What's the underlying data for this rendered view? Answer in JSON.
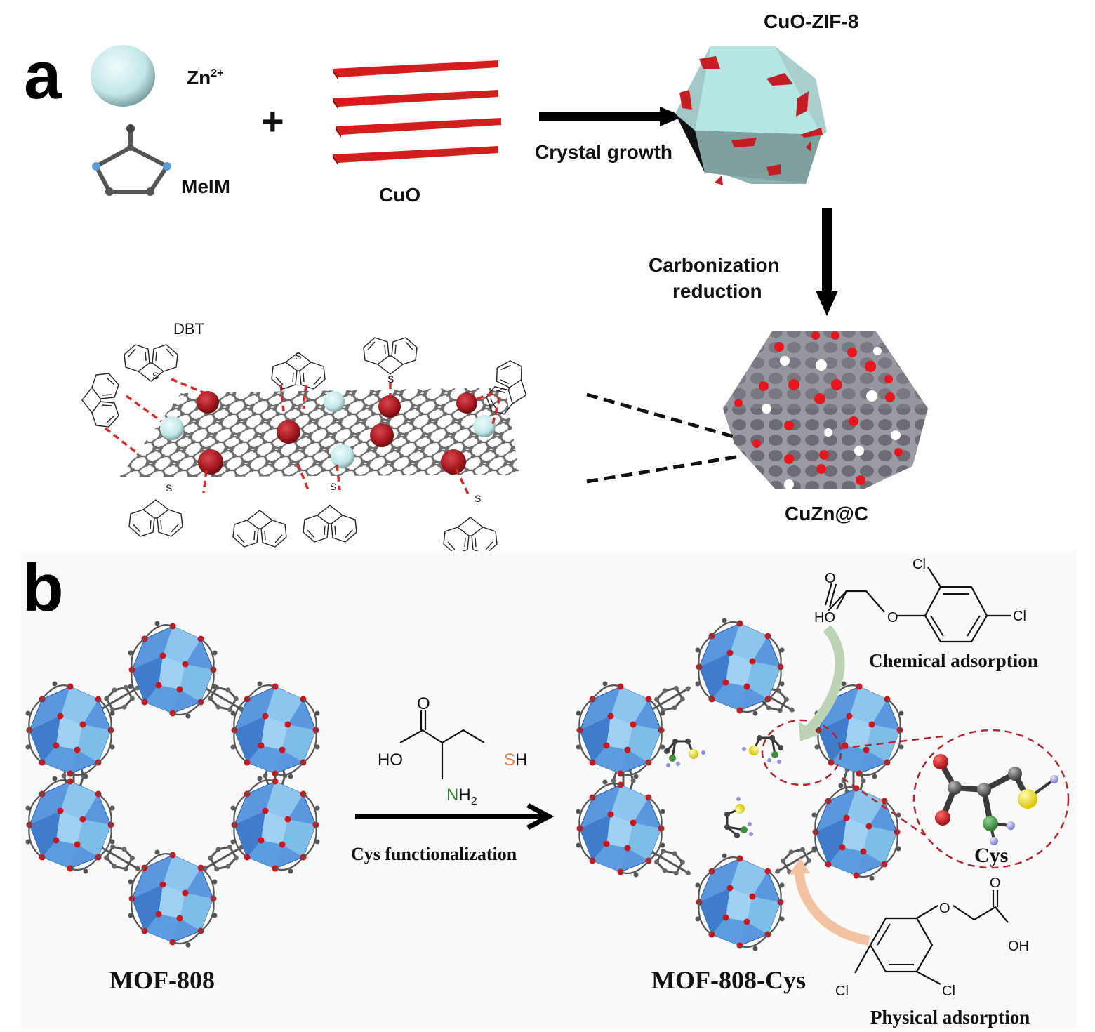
{
  "figure": {
    "panel_a": {
      "letter": "a",
      "reagents": {
        "zn_label": "Zn",
        "zn_charge": "2+",
        "ligand_label": "MeIM",
        "plus_sign": "+",
        "cuo_label": "CuO"
      },
      "step1": {
        "label": "Crystal growth"
      },
      "intermediate": {
        "label": "CuO-ZIF-8"
      },
      "step2": {
        "label_line1": "Carbonization",
        "label_line2": "reduction"
      },
      "product": {
        "label": "CuZn@C"
      },
      "adsorbate": {
        "label": "DBT",
        "sulfur_atom": "S"
      }
    },
    "panel_b": {
      "letter": "b",
      "start": {
        "label": "MOF-808"
      },
      "reagent": {
        "carbonyl_o": "O",
        "hydroxyl": "HO",
        "thiol_s": "S",
        "thiol_h": "H",
        "amine_n": "N",
        "amine_h": "H",
        "amine_sub": "2"
      },
      "step": {
        "label": "Cys functionalization"
      },
      "product": {
        "label": "MOF-808-Cys"
      },
      "inset": {
        "label": "Cys"
      },
      "chemical": {
        "label": "Chemical adsorption",
        "carbonyl_o": "O",
        "hydroxyl": "HO",
        "ether_o": "O",
        "cl1": "Cl",
        "cl2": "Cl"
      },
      "physical": {
        "label": "Physical adsorption",
        "carbonyl_o": "O",
        "hydroxyl": "OH",
        "ether_o": "O",
        "cl1": "Cl",
        "cl2": "Cl"
      }
    },
    "colors": {
      "zn_sphere": "#c8ecec",
      "cuo_red": "#d81f1f",
      "cu_dark_red": "#a5161c",
      "zif_face": "#a9d3d0",
      "carbon_grey": "#8c8c94",
      "mof_blue": "#4f8ed8",
      "mof_light_blue": "#7fbce8",
      "oxygen_red": "#c8161d",
      "sulfur_yellow": "#f2e21a",
      "nitrogen_green": "#3e8e3e",
      "chem_arrow_green": "#bcd3b4",
      "phys_arrow_peach": "#f2c3a0"
    }
  }
}
